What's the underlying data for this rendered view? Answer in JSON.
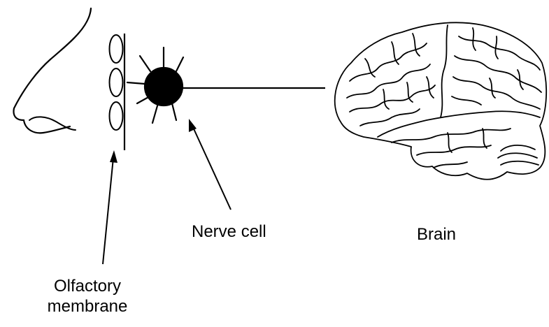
{
  "labels": {
    "olfactory_line1": "Olfactory",
    "olfactory_line2": "membrane",
    "nerve_cell": "Nerve cell",
    "brain": "Brain"
  },
  "colors": {
    "ink": "#000000",
    "background": "#ffffff"
  }
}
